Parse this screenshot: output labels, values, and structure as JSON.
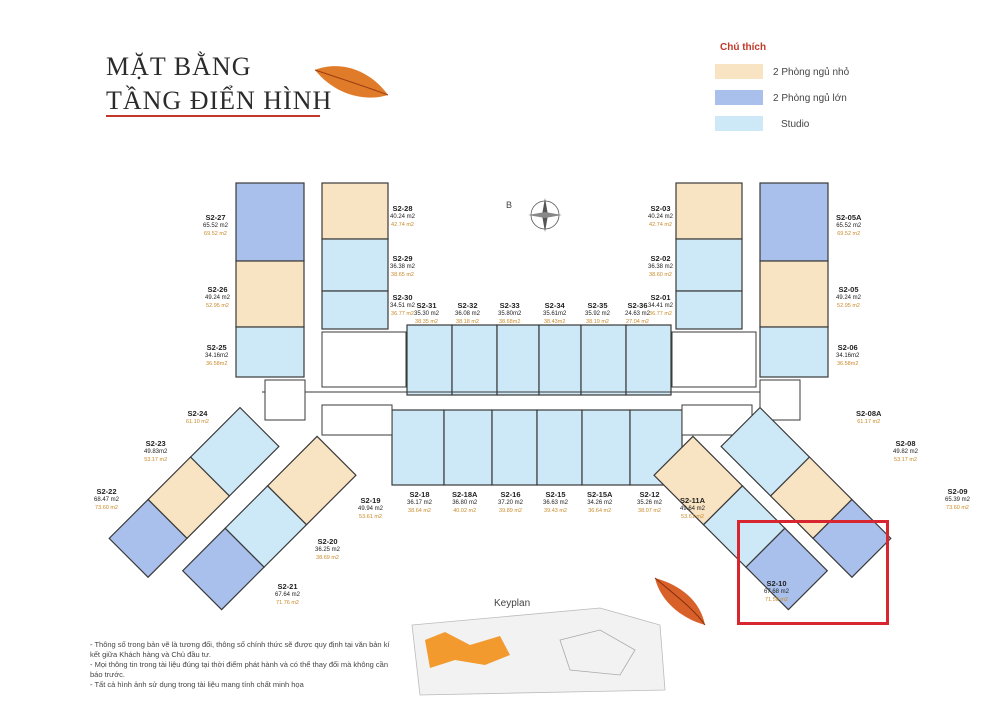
{
  "title": {
    "line1": "MẶT BẰNG",
    "line2": "TẦNG ĐIỂN HÌNH"
  },
  "legend": {
    "title": "Chú thích",
    "items": [
      {
        "label": "2 Phòng ngủ nhỏ",
        "color": "#f8e3c2"
      },
      {
        "label": "2 Phòng ngủ lớn",
        "color": "#a9c0ec"
      },
      {
        "label": "Studio",
        "color": "#cde8f6"
      }
    ]
  },
  "compass": {
    "letter": "B"
  },
  "colors": {
    "small": "#f8e3c2",
    "large": "#a9c0ec",
    "studio": "#cde8f6",
    "wall": "#3a3a3a",
    "highlight": "#d7262f",
    "accent": "#c0392b"
  },
  "units": [
    {
      "code": "S2-27",
      "area": "65.52 m2",
      "area2": "69.52 m2"
    },
    {
      "code": "S2-28",
      "area": "40.24 m2",
      "area2": "42.74 m2"
    },
    {
      "code": "S2-29",
      "area": "36.38 m2",
      "area2": "38.65 m2"
    },
    {
      "code": "S2-26",
      "area": "49.24 m2",
      "area2": "52.95 m2"
    },
    {
      "code": "S2-30",
      "area": "34.51 m2",
      "area2": "36.77 m2"
    },
    {
      "code": "S2-25",
      "area": "34.16m2",
      "area2": "36.58m2"
    },
    {
      "code": "S2-31",
      "area": "35.30 m2",
      "area2": "38.35 m2"
    },
    {
      "code": "S2-32",
      "area": "36.08 m2",
      "area2": "38.18 m2"
    },
    {
      "code": "S2-33",
      "area": "35.80m2",
      "area2": "38.68m2"
    },
    {
      "code": "S2-34",
      "area": "35.61m2",
      "area2": "38.43m2"
    },
    {
      "code": "S2-35",
      "area": "35.92 m2",
      "area2": "38.19 m2"
    },
    {
      "code": "S2-36",
      "area": "24.63 m2",
      "area2": "27.04 m2"
    },
    {
      "code": "S2-03",
      "area": "40.24 m2",
      "area2": "42.74 m2"
    },
    {
      "code": "S2-02",
      "area": "36.38 m2",
      "area2": "38.60 m2"
    },
    {
      "code": "S2-01",
      "area": "34.41 m2",
      "area2": "36.77 m2"
    },
    {
      "code": "S2-05A",
      "area": "65.52 m2",
      "area2": "69.52 m2"
    },
    {
      "code": "S2-05",
      "area": "49.24 m2",
      "area2": "52.95 m2"
    },
    {
      "code": "S2-06",
      "area": "34.16m2",
      "area2": "36.58m2"
    },
    {
      "code": "S2-24",
      "area": "",
      "area2": "61.10 m2"
    },
    {
      "code": "S2-23",
      "area": "49.83m2",
      "area2": "53.17 m2"
    },
    {
      "code": "S2-22",
      "area": "68.47 m2",
      "area2": "73.60 m2"
    },
    {
      "code": "S2-19",
      "area": "49.94 m2",
      "area2": "53.61 m2"
    },
    {
      "code": "S2-20",
      "area": "36.25 m2",
      "area2": "38.69 m2"
    },
    {
      "code": "S2-21",
      "area": "67.64 m2",
      "area2": "71.76 m2"
    },
    {
      "code": "S2-18",
      "area": "36.17 m2",
      "area2": "38.64 m2"
    },
    {
      "code": "S2-18A",
      "area": "36.80 m2",
      "area2": "40.02 m2"
    },
    {
      "code": "S2-16",
      "area": "37.20 m2",
      "area2": "39.89 m2"
    },
    {
      "code": "S2-15",
      "area": "36.63 m2",
      "area2": "39.43 m2"
    },
    {
      "code": "S2-15A",
      "area": "34.26 m2",
      "area2": "36.64 m2"
    },
    {
      "code": "S2-12",
      "area": "35.26 m2",
      "area2": "38.07 m2"
    },
    {
      "code": "S2-11A",
      "area": "49.64 m2",
      "area2": "53.61 m2"
    },
    {
      "code": "S2-08A",
      "area": "",
      "area2": "61.17 m2"
    },
    {
      "code": "S2-08",
      "area": "49.82 m2",
      "area2": "53.17 m2"
    },
    {
      "code": "S2-09",
      "area": "65.39 m2",
      "area2": "73.60 m2"
    },
    {
      "code": "S2-10",
      "area": "67.68 m2",
      "area2": "71.58 m2"
    }
  ],
  "keyplan": {
    "title": "Keyplan"
  },
  "notes": [
    "- Thông số trong bản vẽ là tương đối, thông số chính thức sẽ được quy định tại văn bản kí kết giữa Khách hàng và Chủ đầu tư.",
    "- Mọi thông tin trong tài liệu đúng tại thời điểm phát hành và có thể thay đổi mà không cần báo trước.",
    "- Tất cả hình ảnh sử dụng trong tài liệu mang tính chất minh họa"
  ]
}
